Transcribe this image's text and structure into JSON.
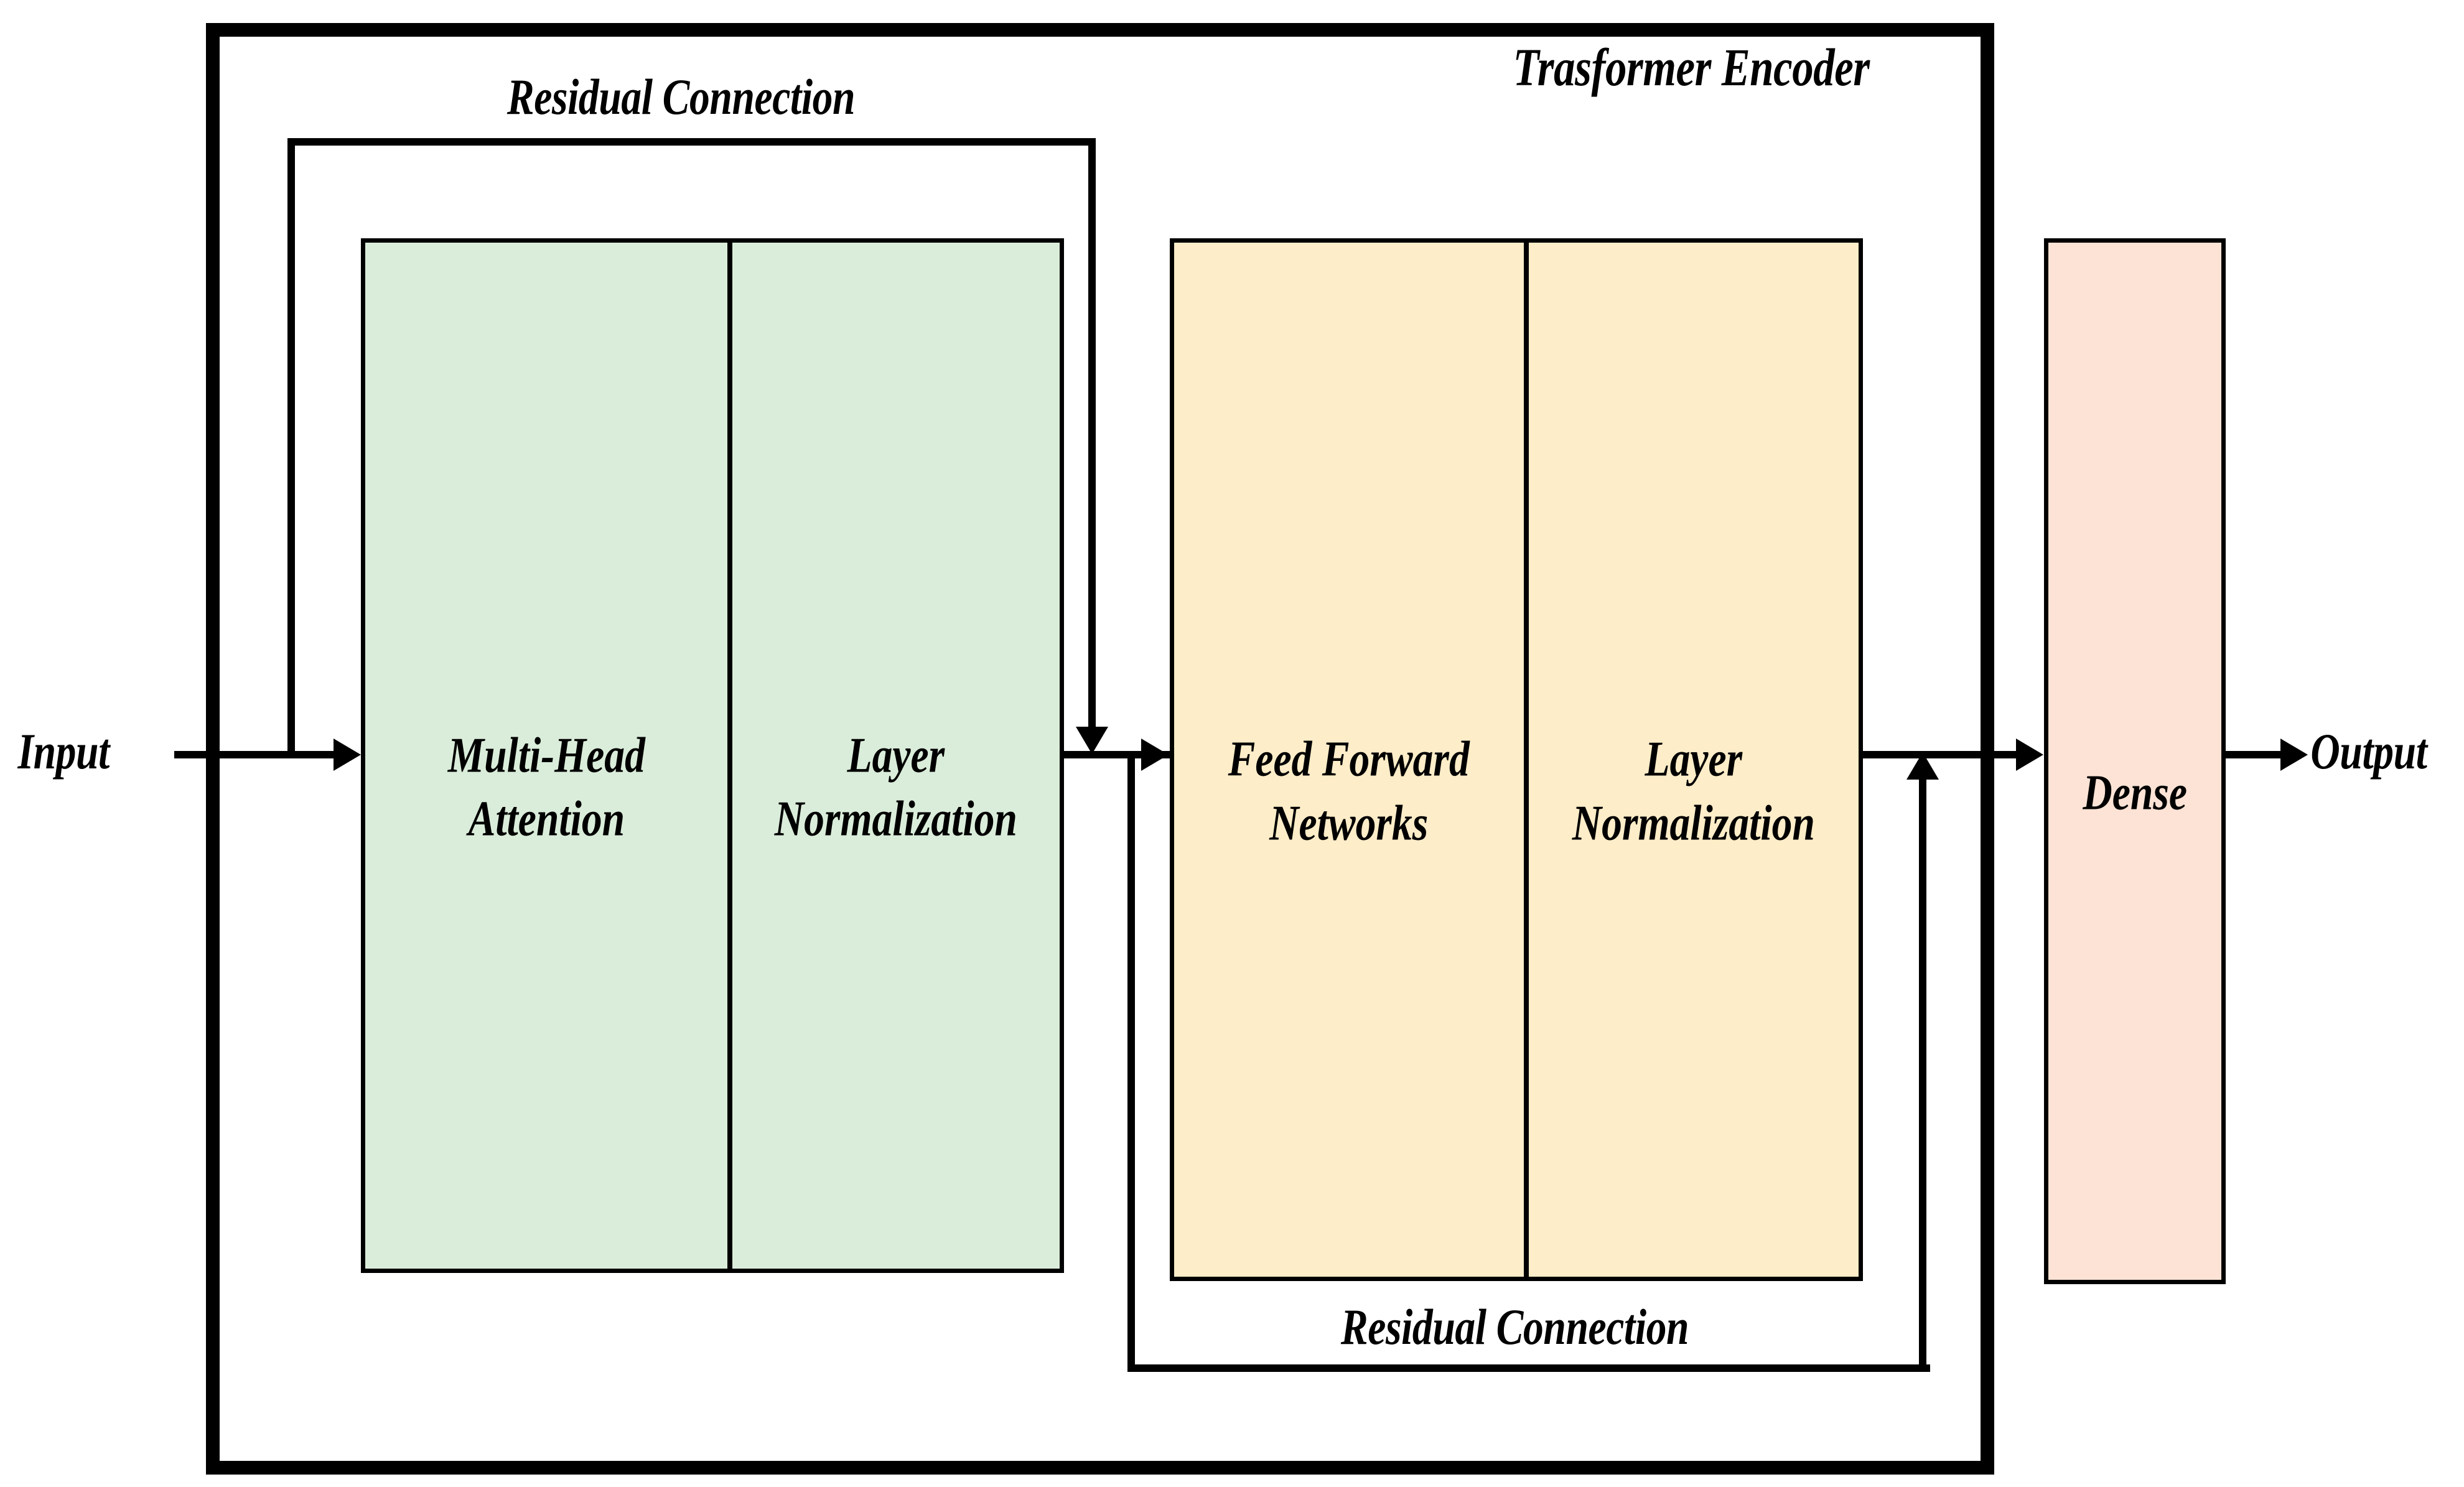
{
  "diagram": {
    "title": "Trasformer Encoder",
    "background_color": "#FFFFFF",
    "line_color": "#000000"
  },
  "labels": {
    "input": "Input",
    "output": "Output",
    "residual_top": "Residual Connection",
    "residual_bottom": "Residual Connection"
  },
  "blocks": [
    {
      "id": "multi-head-attention",
      "label": "Multi-Head\nAttention",
      "fill": "#DAEDDA"
    },
    {
      "id": "layer-normalization-1",
      "label": "Layer\nNormalization",
      "fill": "#DAEDDA"
    },
    {
      "id": "feed-forward-networks",
      "label": "Feed Forward\nNetworks",
      "fill": "#FDEDC8"
    },
    {
      "id": "layer-normalization-2",
      "label": "Layer\nNormalization",
      "fill": "#FDEDC8"
    },
    {
      "id": "dense",
      "label": "Dense",
      "fill": "#FCE3D5"
    }
  ],
  "flow": {
    "sequence": [
      "Input",
      "Multi-Head Attention",
      "Layer Normalization",
      "Feed Forward Networks",
      "Layer Normalization",
      "Dense",
      "Output"
    ],
    "residual_connections": [
      {
        "from": "Input",
        "to": "after Layer Normalization (1)",
        "label": "Residual Connection",
        "position": "top"
      },
      {
        "from": "after Layer Normalization (1)",
        "to": "after Layer Normalization (2)",
        "label": "Residual Connection",
        "position": "bottom"
      }
    ]
  }
}
